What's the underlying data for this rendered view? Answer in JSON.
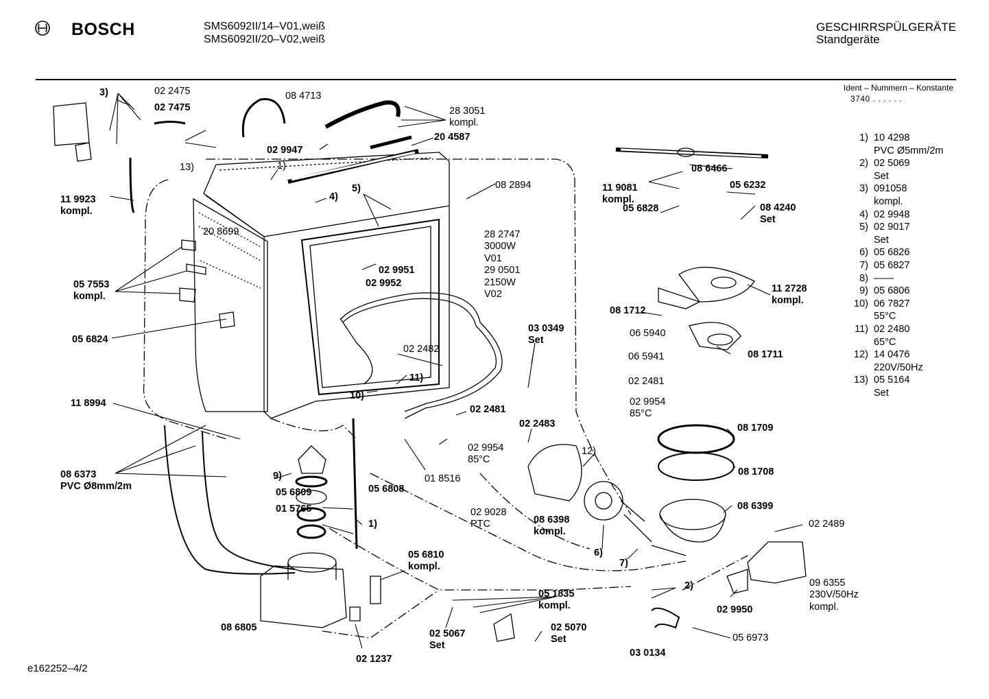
{
  "header": {
    "brand": "BOSCH",
    "models": [
      "SMS6092II/14–V01,weiß",
      "SMS6092II/20–V02,weiß"
    ],
    "category": [
      "GESCHIRRSPÜLGERÄTE",
      "Standgeräte"
    ],
    "ident_label": "Ident – Nummern – Konstante",
    "ident_value": "3740 . .  . . . ."
  },
  "parts": [
    {
      "id": "p022475",
      "lines": [
        "02 2475"
      ],
      "bold": false
    },
    {
      "id": "p027475",
      "lines": [
        "02 7475"
      ],
      "bold": true
    },
    {
      "id": "pn3a",
      "lines": [
        "3)"
      ],
      "bold": true
    },
    {
      "id": "p084713",
      "lines": [
        "08 4713"
      ],
      "bold": false
    },
    {
      "id": "p283051",
      "lines": [
        "28 3051",
        "kompl."
      ],
      "bold": false
    },
    {
      "id": "p204587",
      "lines": [
        "20 4587"
      ],
      "bold": true
    },
    {
      "id": "p029947",
      "lines": [
        "02 9947"
      ],
      "bold": true
    },
    {
      "id": "pn13",
      "lines": [
        "13)"
      ],
      "bold": false
    },
    {
      "id": "pn1a",
      "lines": [
        "1)"
      ],
      "bold": false
    },
    {
      "id": "p119923",
      "lines": [
        "11 9923",
        "kompl."
      ],
      "bold": true
    },
    {
      "id": "pn4",
      "lines": [
        "4)"
      ],
      "bold": true
    },
    {
      "id": "pn5",
      "lines": [
        "5)"
      ],
      "bold": true
    },
    {
      "id": "p082894",
      "lines": [
        "08 2894"
      ],
      "bold": false
    },
    {
      "id": "p208699",
      "lines": [
        "20 8699"
      ],
      "bold": false
    },
    {
      "id": "p282747",
      "lines": [
        "28 2747",
        "3000W",
        "V01",
        "29 0501",
        "2150W",
        "V02"
      ],
      "bold": false
    },
    {
      "id": "p029951",
      "lines": [
        "02 9951"
      ],
      "bold": true
    },
    {
      "id": "p029952",
      "lines": [
        "02 9952"
      ],
      "bold": true
    },
    {
      "id": "p057553",
      "lines": [
        "05 7553",
        "kompl."
      ],
      "bold": true
    },
    {
      "id": "p056824",
      "lines": [
        "05 6824"
      ],
      "bold": true
    },
    {
      "id": "p030349",
      "lines": [
        "03 0349",
        "Set"
      ],
      "bold": true
    },
    {
      "id": "p022482",
      "lines": [
        "02 2482"
      ],
      "bold": false
    },
    {
      "id": "pn11",
      "lines": [
        "11)"
      ],
      "bold": true
    },
    {
      "id": "pn10",
      "lines": [
        "10)"
      ],
      "bold": true
    },
    {
      "id": "p118994",
      "lines": [
        "11 8994"
      ],
      "bold": true
    },
    {
      "id": "p022481a",
      "lines": [
        "02 2481"
      ],
      "bold": true
    },
    {
      "id": "p022483",
      "lines": [
        "02 2483"
      ],
      "bold": true
    },
    {
      "id": "p029954a",
      "lines": [
        "02 9954",
        "85°C"
      ],
      "bold": false
    },
    {
      "id": "p018516",
      "lines": [
        "01 8516"
      ],
      "bold": false
    },
    {
      "id": "p086373",
      "lines": [
        "08 6373",
        "PVC Ø8mm/2m"
      ],
      "bold": true
    },
    {
      "id": "pn9",
      "lines": [
        "9)"
      ],
      "bold": true
    },
    {
      "id": "p056809",
      "lines": [
        "05 6809"
      ],
      "bold": true
    },
    {
      "id": "p056808",
      "lines": [
        "05 6808"
      ],
      "bold": true
    },
    {
      "id": "p015765",
      "lines": [
        "01 5765"
      ],
      "bold": true
    },
    {
      "id": "pn1b",
      "lines": [
        "1)"
      ],
      "bold": true
    },
    {
      "id": "p029028",
      "lines": [
        "02 9028",
        "PTC"
      ],
      "bold": false
    },
    {
      "id": "p056810",
      "lines": [
        "05 6810",
        "kompl."
      ],
      "bold": true
    },
    {
      "id": "p051835",
      "lines": [
        "05 1835",
        "kompl."
      ],
      "bold": true
    },
    {
      "id": "p086805",
      "lines": [
        "08 6805"
      ],
      "bold": true
    },
    {
      "id": "p025067",
      "lines": [
        "02 5067",
        "Set"
      ],
      "bold": true
    },
    {
      "id": "p025070",
      "lines": [
        "02 5070",
        "Set"
      ],
      "bold": true
    },
    {
      "id": "p021237",
      "lines": [
        "02 1237"
      ],
      "bold": true
    },
    {
      "id": "p086466",
      "lines": [
        "08 6466"
      ],
      "bold": true
    },
    {
      "id": "p119081",
      "lines": [
        "11 9081",
        "kompl."
      ],
      "bold": true
    },
    {
      "id": "p056232",
      "lines": [
        "05 6232"
      ],
      "bold": true
    },
    {
      "id": "p084240",
      "lines": [
        "08 4240",
        "Set"
      ],
      "bold": true
    },
    {
      "id": "p056828",
      "lines": [
        "05 6828"
      ],
      "bold": true
    },
    {
      "id": "p112728",
      "lines": [
        "11 2728",
        "kompl."
      ],
      "bold": true
    },
    {
      "id": "p081712",
      "lines": [
        "08 1712"
      ],
      "bold": true
    },
    {
      "id": "p065940",
      "lines": [
        "06 5940"
      ],
      "bold": false
    },
    {
      "id": "p065941",
      "lines": [
        "06 5941"
      ],
      "bold": false
    },
    {
      "id": "p081711",
      "lines": [
        "08 1711"
      ],
      "bold": true
    },
    {
      "id": "p022481b",
      "lines": [
        "02 2481"
      ],
      "bold": false
    },
    {
      "id": "p029954b",
      "lines": [
        "02 9954",
        "85°C"
      ],
      "bold": false
    },
    {
      "id": "p081709",
      "lines": [
        "08 1709"
      ],
      "bold": true
    },
    {
      "id": "p081708",
      "lines": [
        "08 1708"
      ],
      "bold": true
    },
    {
      "id": "pn12",
      "lines": [
        "12)"
      ],
      "bold": false
    },
    {
      "id": "p086399",
      "lines": [
        "08 6399"
      ],
      "bold": true
    },
    {
      "id": "p086398",
      "lines": [
        "08 6398",
        "kompl."
      ],
      "bold": true
    },
    {
      "id": "p022489",
      "lines": [
        "02 2489"
      ],
      "bold": false
    },
    {
      "id": "pn6",
      "lines": [
        "6)"
      ],
      "bold": true
    },
    {
      "id": "pn7",
      "lines": [
        "7)"
      ],
      "bold": true
    },
    {
      "id": "pn2",
      "lines": [
        "2)"
      ],
      "bold": true
    },
    {
      "id": "p029950",
      "lines": [
        "02 9950"
      ],
      "bold": true
    },
    {
      "id": "p096355",
      "lines": [
        "09 6355",
        "230V/50Hz",
        "kompl."
      ],
      "bold": false
    },
    {
      "id": "p030134",
      "lines": [
        "03 0134"
      ],
      "bold": true
    },
    {
      "id": "p056973",
      "lines": [
        "05 6973"
      ],
      "bold": false
    }
  ],
  "legend": [
    {
      "num": "1)",
      "lines": [
        "10 4298",
        "PVC  Ø5mm/2m"
      ]
    },
    {
      "num": "2)",
      "lines": [
        "02 5069",
        "Set"
      ]
    },
    {
      "num": "3)",
      "lines": [
        "091058",
        "kompl."
      ]
    },
    {
      "num": "4)",
      "lines": [
        "02 9948"
      ]
    },
    {
      "num": "5)",
      "lines": [
        "02 9017",
        "Set"
      ]
    },
    {
      "num": "6)",
      "lines": [
        "05 6826"
      ]
    },
    {
      "num": "7)",
      "lines": [
        "05 6827"
      ]
    },
    {
      "num": "8)",
      "lines": [
        "——"
      ]
    },
    {
      "num": "9)",
      "lines": [
        "05 6806"
      ]
    },
    {
      "num": "10)",
      "lines": [
        "06 7827",
        "55°C"
      ]
    },
    {
      "num": "11)",
      "lines": [
        "02 2480",
        "65°C"
      ]
    },
    {
      "num": "12)",
      "lines": [
        "14 0476",
        "220V/50Hz"
      ]
    },
    {
      "num": "13)",
      "lines": [
        "05 5164",
        "Set"
      ]
    }
  ],
  "footer": "e162252–4/2"
}
